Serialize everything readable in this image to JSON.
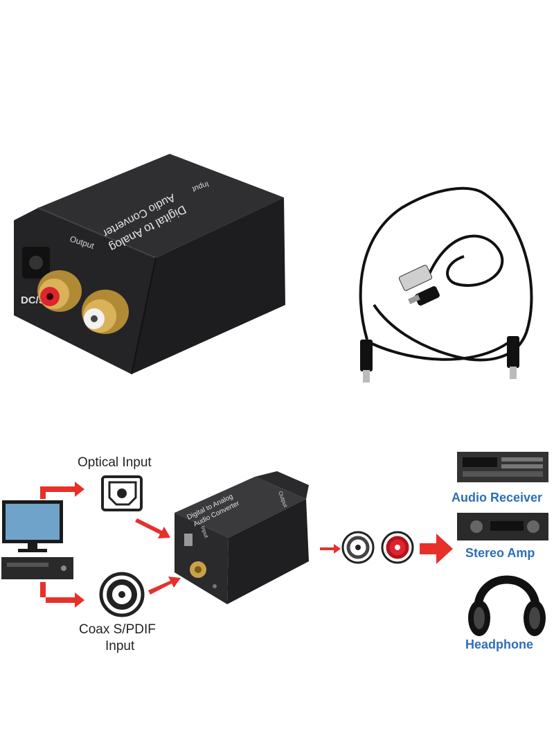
{
  "product": {
    "label_line1": "Digital to Analog",
    "label_line2": "Audio Converter",
    "port_output": "Output",
    "port_input": "Input",
    "port_dc": "DC/5V"
  },
  "diagram": {
    "optical_input": "Optical Input",
    "coax_line1": "Coax S/PDIF",
    "coax_line2": "Input",
    "box_line1": "Digital to Analog",
    "box_line2": "Audio Converter",
    "box_input": "Input",
    "box_output": "Output",
    "outputs": [
      "Audio Receiver",
      "Stereo Amp",
      "Headphone"
    ]
  },
  "colors": {
    "device_body": "#2a2a2c",
    "rca_red": "#e0242e",
    "rca_white": "#f2f2f2",
    "gold": "#c8a24a",
    "arrow_red": "#e8302a",
    "label_blue": "#2d6fb6"
  }
}
